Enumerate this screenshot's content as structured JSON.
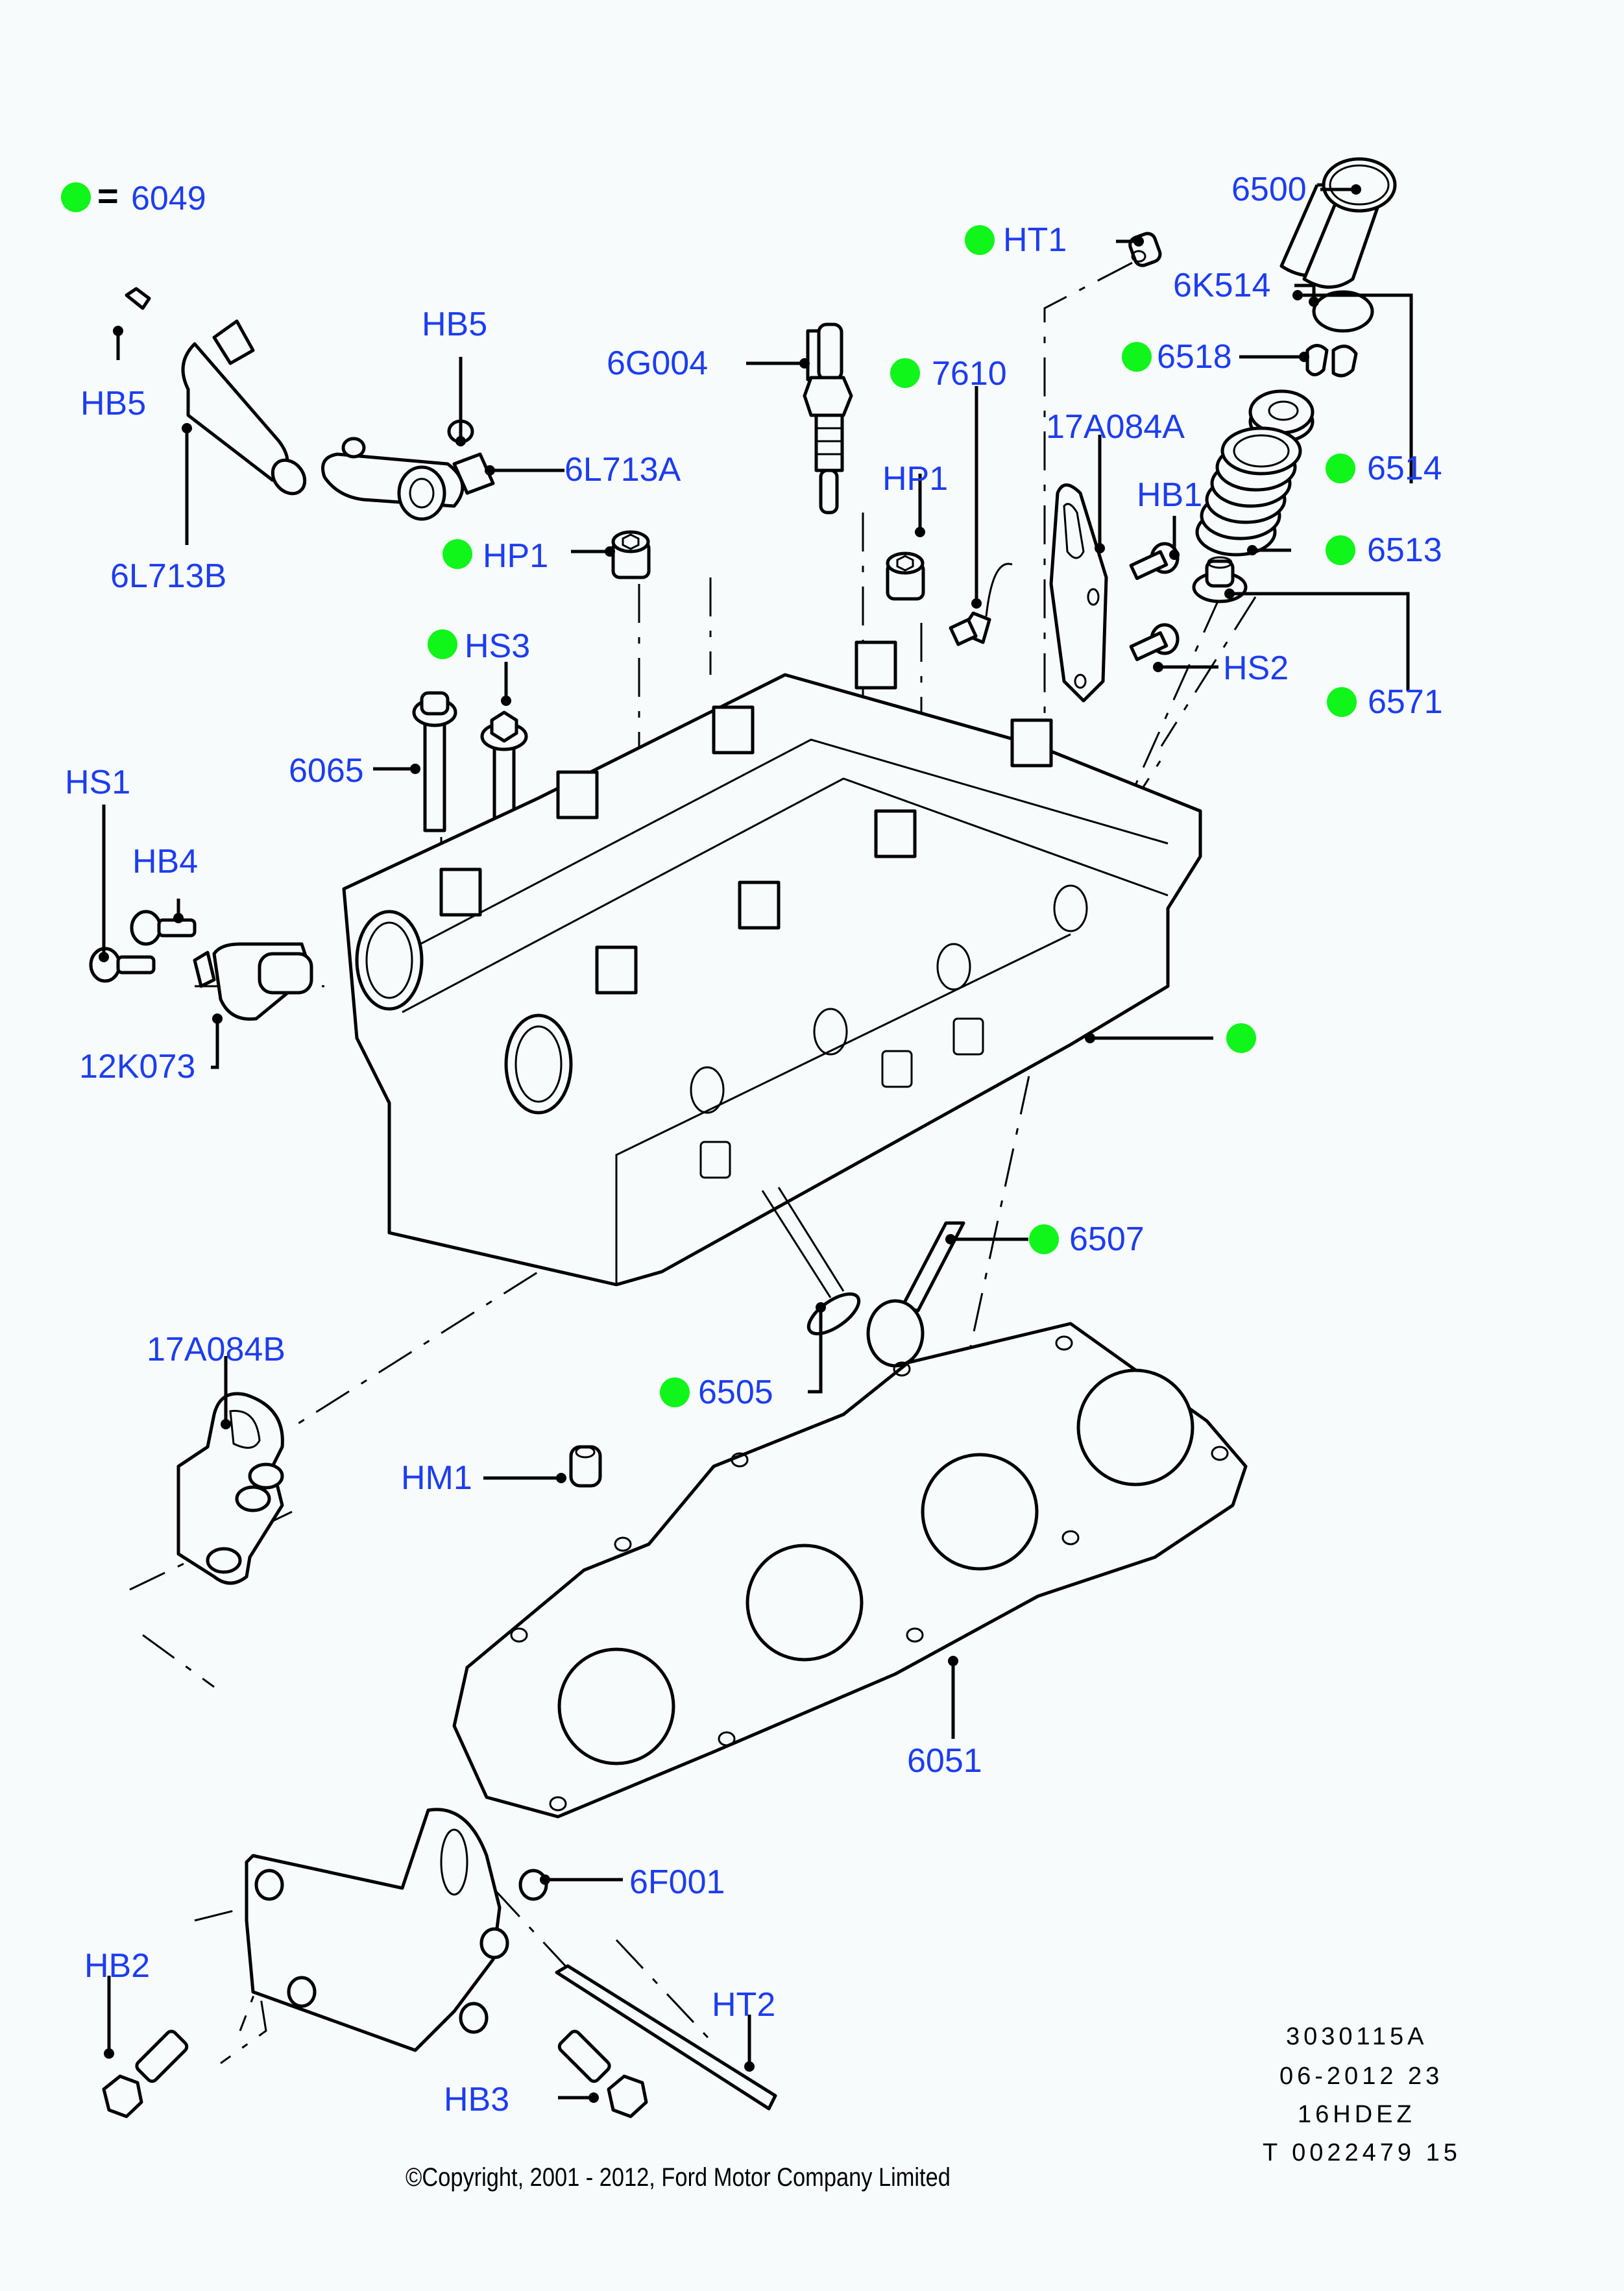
{
  "legend": {
    "marker": "green-dot",
    "equals": "=",
    "value": "6049",
    "meaning": "green dot parts are included in 6049"
  },
  "colors": {
    "label": "#1c3df0",
    "marker": "#10f51a",
    "line": "#000000",
    "background": "#f8fbfb"
  },
  "callouts": [
    {
      "id": "6500",
      "label": "6500",
      "in_kit": false
    },
    {
      "id": "ht1",
      "label": "HT1",
      "in_kit": true
    },
    {
      "id": "6k514",
      "label": "6K514",
      "in_kit": false
    },
    {
      "id": "6518",
      "label": "6518",
      "in_kit": true
    },
    {
      "id": "hb5-top",
      "label": "HB5",
      "in_kit": false
    },
    {
      "id": "6g004",
      "label": "6G004",
      "in_kit": false
    },
    {
      "id": "7610",
      "label": "7610",
      "in_kit": true
    },
    {
      "id": "hb5-left",
      "label": "HB5",
      "in_kit": false
    },
    {
      "id": "17a084a",
      "label": "17A084A",
      "in_kit": false
    },
    {
      "id": "6l713a",
      "label": "6L713A",
      "in_kit": false
    },
    {
      "id": "6514",
      "label": "6514",
      "in_kit": true
    },
    {
      "id": "hp1-right",
      "label": "HP1",
      "in_kit": false
    },
    {
      "id": "hb1",
      "label": "HB1",
      "in_kit": false
    },
    {
      "id": "6l713b",
      "label": "6L713B",
      "in_kit": false
    },
    {
      "id": "hp1-left",
      "label": "HP1",
      "in_kit": true
    },
    {
      "id": "6513",
      "label": "6513",
      "in_kit": true
    },
    {
      "id": "hs3",
      "label": "HS3",
      "in_kit": true
    },
    {
      "id": "hs2",
      "label": "HS2",
      "in_kit": false
    },
    {
      "id": "6571",
      "label": "6571",
      "in_kit": true
    },
    {
      "id": "6065",
      "label": "6065",
      "in_kit": false
    },
    {
      "id": "hs1",
      "label": "HS1",
      "in_kit": false
    },
    {
      "id": "hb4",
      "label": "HB4",
      "in_kit": false
    },
    {
      "id": "cylinder-head",
      "label": "",
      "in_kit": true
    },
    {
      "id": "12k073",
      "label": "12K073",
      "in_kit": false
    },
    {
      "id": "6507",
      "label": "6507",
      "in_kit": true
    },
    {
      "id": "17a084b",
      "label": "17A084B",
      "in_kit": false
    },
    {
      "id": "6505",
      "label": "6505",
      "in_kit": true
    },
    {
      "id": "hm1",
      "label": "HM1",
      "in_kit": false
    },
    {
      "id": "6051",
      "label": "6051",
      "in_kit": false
    },
    {
      "id": "6f001",
      "label": "6F001",
      "in_kit": false
    },
    {
      "id": "hb2",
      "label": "HB2",
      "in_kit": false
    },
    {
      "id": "ht2",
      "label": "HT2",
      "in_kit": false
    },
    {
      "id": "hb3",
      "label": "HB3",
      "in_kit": false
    }
  ],
  "meta": {
    "illustration_no": "3030115A",
    "date": "06-2012 23",
    "engine_code": "16HDEZ",
    "ref": "T 0022479 15"
  },
  "copyright": "©Copyright, 2001 - 2012, Ford Motor Company Limited"
}
